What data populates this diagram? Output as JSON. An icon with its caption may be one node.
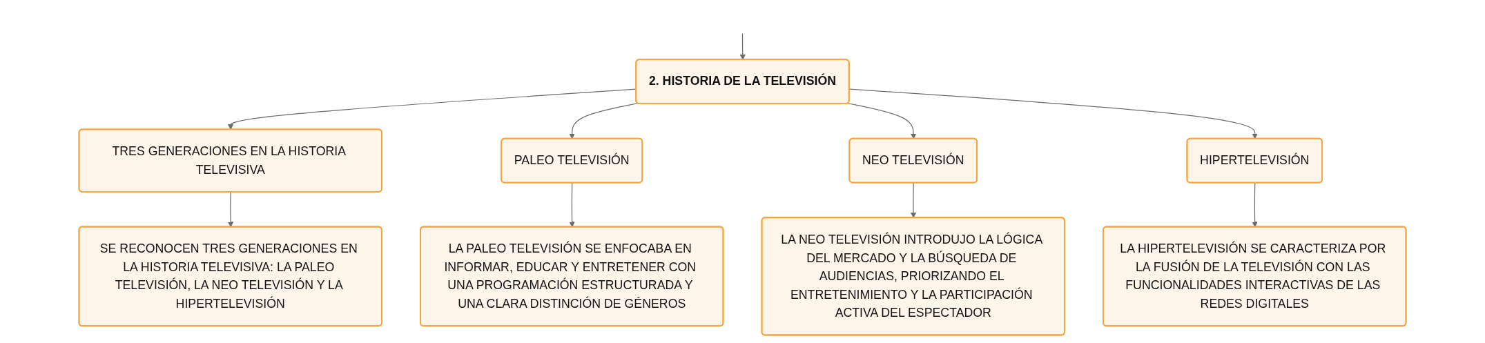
{
  "diagram": {
    "nodes": [
      {
        "text": [
          "2. HISTORIA DE LA TELEVISIÓN"
        ]
      },
      {
        "text": [
          "TRES GENERACIONES EN LA HISTORIA TELEVISIVA"
        ]
      },
      {
        "text": [
          "PALEO TELEVISIÓN"
        ]
      },
      {
        "text": [
          "NEO TELEVISIÓN"
        ]
      },
      {
        "text": [
          "HIPERTELEVISIÓN"
        ]
      },
      {
        "text": [
          "SE RECONOCEN TRES GENERACIONES EN LA HISTORIA TELEVISIVA: LA PALEO TELEVISIÓN, LA NEO TELEVISIÓN Y LA HIPERTELEVISIÓN"
        ]
      },
      {
        "text": [
          "LA PALEO TELEVISIÓN SE ENFOCABA EN INFORMAR, EDUCAR Y ENTRETENER CON UNA PROGRAMACIÓN ESTRUCTURADA Y UNA CLARA DISTINCIÓN DE GÉNEROS"
        ]
      },
      {
        "text": [
          "LA NEO TELEVISIÓN INTRODUJO LA LÓGICA DEL MERCADO Y LA BÚSQUEDA DE AUDIENCIAS, PRIORIZANDO EL ENTRETENIMIENTO Y LA PARTICIPACIÓN ACTIVA DEL ESPECTADOR"
        ]
      },
      {
        "text": [
          "LA HIPERTELEVISIÓN SE CARACTERIZA POR LA FUSIÓN DE LA TELEVISIÓN CON LAS FUNCIONALIDADES INTERACTIVAS DE LAS REDES DIGITALES"
        ]
      }
    ],
    "edges": [
      {
        "from": null,
        "to": 0,
        "arrow": "to"
      },
      {
        "from": 0,
        "to": 1,
        "arrow": "to"
      },
      {
        "from": 0,
        "to": 2,
        "arrow": "to"
      },
      {
        "from": 0,
        "to": 3,
        "arrow": "to"
      },
      {
        "from": 0,
        "to": 4,
        "arrow": "to"
      },
      {
        "from": 1,
        "to": 5,
        "arrow": "to"
      },
      {
        "from": 2,
        "to": 6,
        "arrow": "to"
      },
      {
        "from": 3,
        "to": 7,
        "arrow": "to"
      },
      {
        "from": 4,
        "to": 8,
        "arrow": "to"
      }
    ]
  }
}
